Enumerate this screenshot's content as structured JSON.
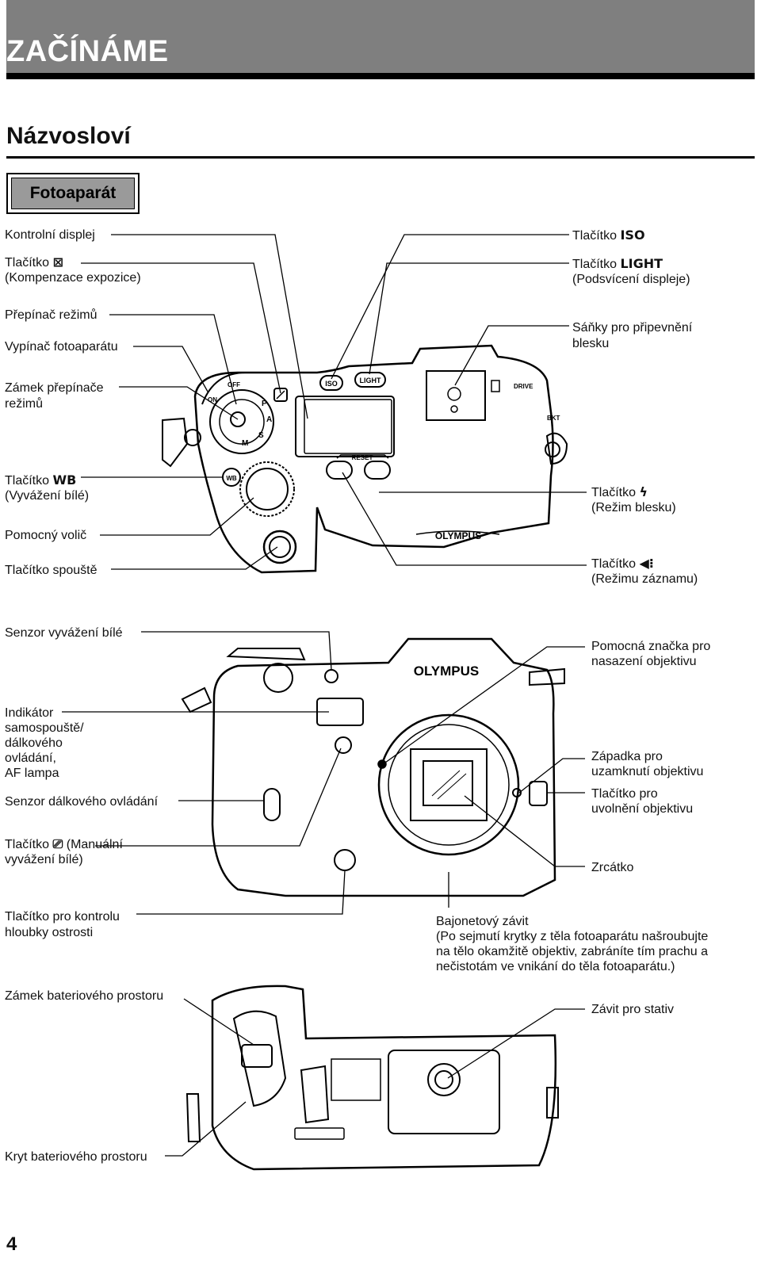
{
  "header": {
    "title": "ZAČÍNÁME"
  },
  "section": {
    "title": "Názvosloví",
    "tab": "Fotoaparát"
  },
  "labels": {
    "kontrolni_displej": "Kontrolní displej",
    "tlacitko": "Tlačítko",
    "kompenzace": "(Kompenzace expozice)",
    "prepinac": "Přepínač režimů",
    "vypinac": "Vypínač fotoaparátu",
    "zamek_prepinace_1": "Zámek přepínače",
    "zamek_prepinace_2": "režimů",
    "wb_sym": "WB",
    "vyvazeni": "(Vyvážení bílé)",
    "pomocny_volic": "Pomocný volič",
    "spoust": "Tlačítko spouště",
    "iso_sym": "ISO",
    "light_sym": "LIGHT",
    "podsviceni": "(Podsvícení displeje)",
    "sanky_1": "Sáňky pro připevnění",
    "sanky_2": "blesku",
    "rezim_blesku": "(Režim blesku)",
    "rezim_zaznamu": "(Režimu záznamu)",
    "senzor_vyvazeni": "Senzor vyvážení bílé",
    "indikator_1": "Indikátor",
    "indikator_2": "samospouště/",
    "indikator_3": "dálkového",
    "indikator_4": "ovládání,",
    "indikator_5": "AF lampa",
    "senzor_dalkoveho": "Senzor dálkového ovládání",
    "manualni_1": "(Manuální",
    "manualni_2": "vyvážení bílé)",
    "pomocna_znacka_1": "Pomocná značka pro",
    "pomocna_znacka_2": "nasazení objektivu",
    "zapadka_1": "Západka pro",
    "zapadka_2": "uzamknutí objektivu",
    "uvolneni_1": "Tlačítko pro",
    "uvolneni_2": "uvolnění objektivu",
    "zrcatko": "Zrcátko",
    "hloubka_1": "Tlačítko pro kontrolu",
    "hloubka_2": "hloubky ostrosti",
    "bajonet_1": "Bajonetový závit",
    "bajonet_2": "(Po sejmutí krytky z těla fotoaparátu našroubujte",
    "bajonet_3": "na tělo okamžitě objektiv, zabráníte tím prachu a",
    "bajonet_4": "nečistotám ve vnikání do těla fotoaparátu.)",
    "zamek_baterie": "Zámek bateriového prostoru",
    "zavit_stativ": "Závit pro stativ",
    "kryt_baterie": "Kryt bateriového prostoru"
  },
  "camera_markings": {
    "brand": "OLYMPUS",
    "iso": "ISO",
    "light": "LIGHT",
    "wb": "WB",
    "reset": "RESET",
    "drive": "DRIVE",
    "bkt": "BKT",
    "on": "ON",
    "off": "OFF",
    "mode_p": "P",
    "mode_a": "A",
    "mode_s": "S",
    "mode_m": "M"
  },
  "page": {
    "number": "4"
  }
}
